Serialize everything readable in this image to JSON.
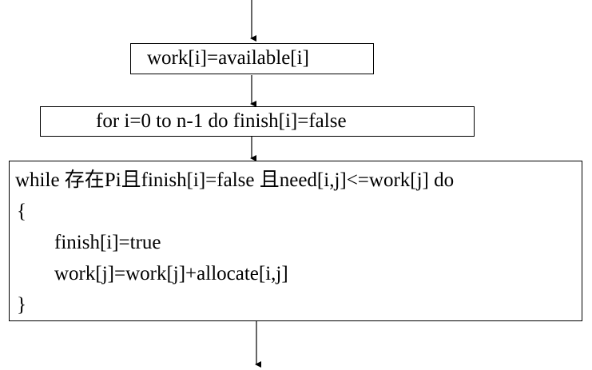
{
  "flowchart": {
    "step1": {
      "text": "work[i]=available[i]"
    },
    "step2": {
      "text": "for i=0 to n-1  do  finish[i]=false"
    },
    "step3": {
      "lines": [
        "while 存在Pi且finish[i]=false  且need[i,j]<=work[j] do",
        "{",
        "finish[i]=true",
        "work[j]=work[j]+allocate[i,j]",
        "}"
      ]
    }
  }
}
